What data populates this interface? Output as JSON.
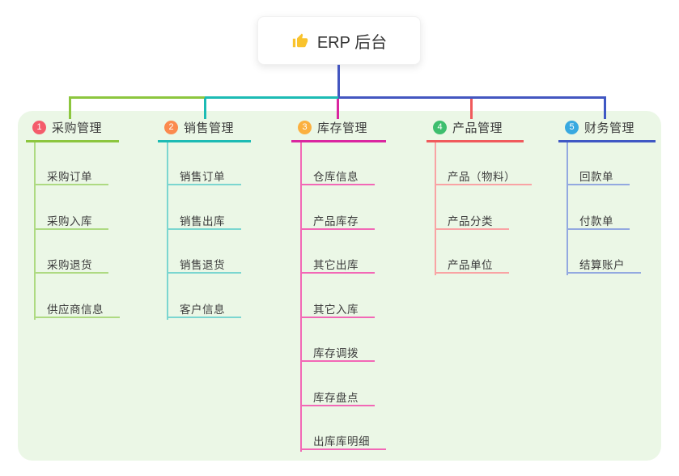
{
  "root": {
    "label": "ERP 后台",
    "icon": "thumbs-up-icon",
    "icon_color": "#F9C32D"
  },
  "connector_color": "#4356C0",
  "panel_color": "#EBF7E6",
  "branches": [
    {
      "id": "procurement",
      "badge": "1",
      "label": "采购管理",
      "badge_color": "#F45C6B",
      "line_color": "#8CC63E",
      "sub_line_color": "#AEDA82",
      "items": [
        "采购订单",
        "采购入库",
        "采购退货",
        "供应商信息"
      ]
    },
    {
      "id": "sales",
      "badge": "2",
      "label": "销售管理",
      "badge_color": "#FB8A4E",
      "line_color": "#1CBBB4",
      "sub_line_color": "#7BD6D0",
      "items": [
        "销售订单",
        "销售出库",
        "销售退货",
        "客户信息"
      ]
    },
    {
      "id": "inventory",
      "badge": "3",
      "label": "库存管理",
      "badge_color": "#FBB03F",
      "line_color": "#DA26A0",
      "sub_line_color": "#F268B6",
      "items": [
        "仓库信息",
        "产品库存",
        "其它出库",
        "其它入库",
        "库存调拨",
        "库存盘点",
        "出库库明细"
      ]
    },
    {
      "id": "product",
      "badge": "4",
      "label": "产品管理",
      "badge_color": "#3DBE6E",
      "line_color": "#F05A5C",
      "sub_line_color": "#F9A3A4",
      "items": [
        "产品（物料）",
        "产品分类",
        "产品单位"
      ]
    },
    {
      "id": "finance",
      "badge": "5",
      "label": "财务管理",
      "badge_color": "#38A9E0",
      "line_color": "#3F58C4",
      "sub_line_color": "#93A9E0",
      "items": [
        "回款单",
        "付款单",
        "结算账户"
      ]
    }
  ]
}
